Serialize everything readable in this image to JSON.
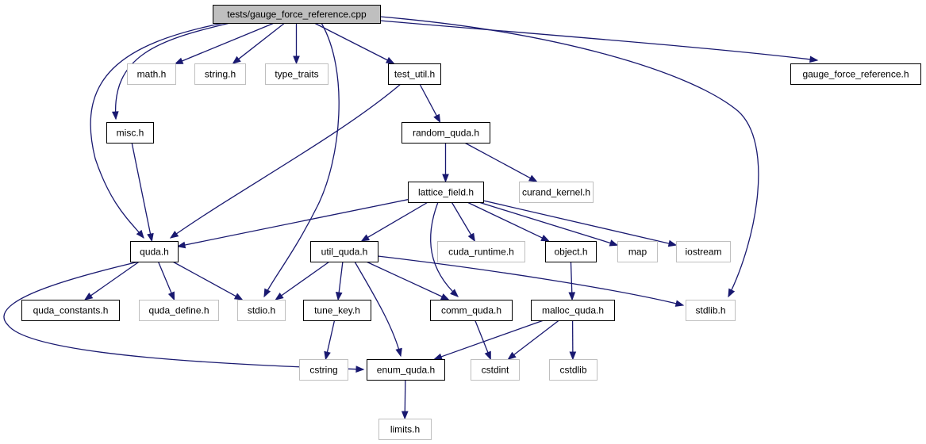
{
  "colors": {
    "edge": "#191970",
    "root_fill": "#bfbfbf",
    "border_documented": "#000000",
    "border_external": "#bfbfbf",
    "node_fill": "#ffffff"
  },
  "nodes": [
    {
      "id": "root",
      "label": "tests/gauge_force_reference.cpp",
      "kind": "root"
    },
    {
      "id": "math_h",
      "label": "math.h",
      "kind": "external"
    },
    {
      "id": "string_h",
      "label": "string.h",
      "kind": "external"
    },
    {
      "id": "type_traits",
      "label": "type_traits",
      "kind": "external"
    },
    {
      "id": "test_util_h",
      "label": "test_util.h",
      "kind": "documented"
    },
    {
      "id": "gauge_force_reference_h",
      "label": "gauge_force_reference.h",
      "kind": "documented"
    },
    {
      "id": "misc_h",
      "label": "misc.h",
      "kind": "documented"
    },
    {
      "id": "random_quda_h",
      "label": "random_quda.h",
      "kind": "documented"
    },
    {
      "id": "lattice_field_h",
      "label": "lattice_field.h",
      "kind": "documented"
    },
    {
      "id": "curand_kernel_h",
      "label": "curand_kernel.h",
      "kind": "external"
    },
    {
      "id": "quda_h",
      "label": "quda.h",
      "kind": "documented"
    },
    {
      "id": "util_quda_h",
      "label": "util_quda.h",
      "kind": "documented"
    },
    {
      "id": "cuda_runtime_h",
      "label": "cuda_runtime.h",
      "kind": "external"
    },
    {
      "id": "object_h",
      "label": "object.h",
      "kind": "documented"
    },
    {
      "id": "map",
      "label": "map",
      "kind": "external"
    },
    {
      "id": "iostream",
      "label": "iostream",
      "kind": "external"
    },
    {
      "id": "quda_constants_h",
      "label": "quda_constants.h",
      "kind": "documented"
    },
    {
      "id": "quda_define_h",
      "label": "quda_define.h",
      "kind": "external"
    },
    {
      "id": "stdio_h",
      "label": "stdio.h",
      "kind": "external"
    },
    {
      "id": "tune_key_h",
      "label": "tune_key.h",
      "kind": "documented"
    },
    {
      "id": "comm_quda_h",
      "label": "comm_quda.h",
      "kind": "documented"
    },
    {
      "id": "malloc_quda_h",
      "label": "malloc_quda.h",
      "kind": "documented"
    },
    {
      "id": "stdlib_h",
      "label": "stdlib.h",
      "kind": "external"
    },
    {
      "id": "cstring",
      "label": "cstring",
      "kind": "external"
    },
    {
      "id": "enum_quda_h",
      "label": "enum_quda.h",
      "kind": "documented"
    },
    {
      "id": "cstdint",
      "label": "cstdint",
      "kind": "external"
    },
    {
      "id": "cstdlib",
      "label": "cstdlib",
      "kind": "external"
    },
    {
      "id": "limits_h",
      "label": "limits.h",
      "kind": "external"
    }
  ],
  "edges": [
    {
      "from": "root",
      "to": "math_h"
    },
    {
      "from": "root",
      "to": "string_h"
    },
    {
      "from": "root",
      "to": "type_traits"
    },
    {
      "from": "root",
      "to": "test_util_h"
    },
    {
      "from": "root",
      "to": "gauge_force_reference_h"
    },
    {
      "from": "root",
      "to": "misc_h"
    },
    {
      "from": "root",
      "to": "quda_h"
    },
    {
      "from": "root",
      "to": "stdio_h"
    },
    {
      "from": "root",
      "to": "stdlib_h"
    },
    {
      "from": "test_util_h",
      "to": "random_quda_h"
    },
    {
      "from": "test_util_h",
      "to": "quda_h"
    },
    {
      "from": "misc_h",
      "to": "quda_h"
    },
    {
      "from": "random_quda_h",
      "to": "lattice_field_h"
    },
    {
      "from": "random_quda_h",
      "to": "curand_kernel_h"
    },
    {
      "from": "lattice_field_h",
      "to": "quda_h"
    },
    {
      "from": "lattice_field_h",
      "to": "util_quda_h"
    },
    {
      "from": "lattice_field_h",
      "to": "cuda_runtime_h"
    },
    {
      "from": "lattice_field_h",
      "to": "object_h"
    },
    {
      "from": "lattice_field_h",
      "to": "map"
    },
    {
      "from": "lattice_field_h",
      "to": "iostream"
    },
    {
      "from": "lattice_field_h",
      "to": "comm_quda_h"
    },
    {
      "from": "quda_h",
      "to": "quda_constants_h"
    },
    {
      "from": "quda_h",
      "to": "quda_define_h"
    },
    {
      "from": "quda_h",
      "to": "stdio_h"
    },
    {
      "from": "quda_h",
      "to": "enum_quda_h"
    },
    {
      "from": "util_quda_h",
      "to": "stdio_h"
    },
    {
      "from": "util_quda_h",
      "to": "tune_key_h"
    },
    {
      "from": "util_quda_h",
      "to": "comm_quda_h"
    },
    {
      "from": "util_quda_h",
      "to": "enum_quda_h"
    },
    {
      "from": "util_quda_h",
      "to": "stdlib_h"
    },
    {
      "from": "object_h",
      "to": "malloc_quda_h"
    },
    {
      "from": "tune_key_h",
      "to": "cstring"
    },
    {
      "from": "comm_quda_h",
      "to": "cstdint"
    },
    {
      "from": "malloc_quda_h",
      "to": "enum_quda_h"
    },
    {
      "from": "malloc_quda_h",
      "to": "cstdint"
    },
    {
      "from": "malloc_quda_h",
      "to": "cstdlib"
    },
    {
      "from": "enum_quda_h",
      "to": "limits_h"
    }
  ]
}
